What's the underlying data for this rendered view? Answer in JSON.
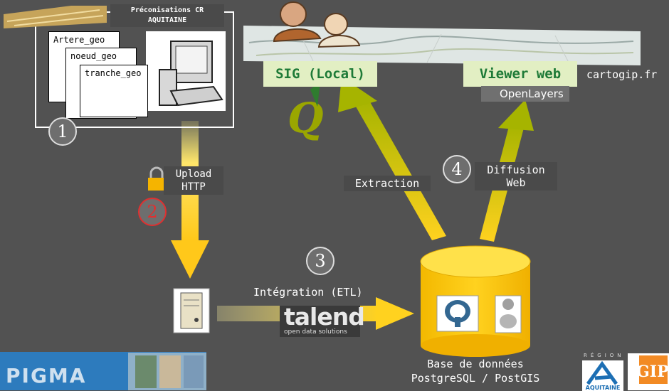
{
  "header_box": {
    "title": "Préconisations CR\nAQUITAINE"
  },
  "files": [
    "Artere_geo",
    "noeud_geo",
    "tranche_geo"
  ],
  "steps": {
    "s1": "1",
    "s2": "2",
    "s3": "3",
    "s4": "4"
  },
  "upload_label": "Upload\nHTTP",
  "sig_local": "SIG (Local)",
  "viewer_web": "Viewer web",
  "cartogip": "cartogip.fr",
  "openlayers": "OpenLayers",
  "extraction": "Extraction",
  "diffusion": "Diffusion\nWeb",
  "integration": "Intégration (ETL)",
  "talend": {
    "name": "talend",
    "tagline": "open data solutions"
  },
  "database": "Base de données\nPostgreSQL / PostGIS",
  "logos": {
    "pigma": "PIGMA",
    "aquitaine": "AQUITAINE",
    "gip": "GIP",
    "region": "RÉGION"
  },
  "colors": {
    "background": "#525252",
    "arrow_yellow": "#ffd21f",
    "arrow_olive": "#a6b400",
    "db_yellow": "#ffcc00",
    "green_text": "#1e7a37"
  }
}
